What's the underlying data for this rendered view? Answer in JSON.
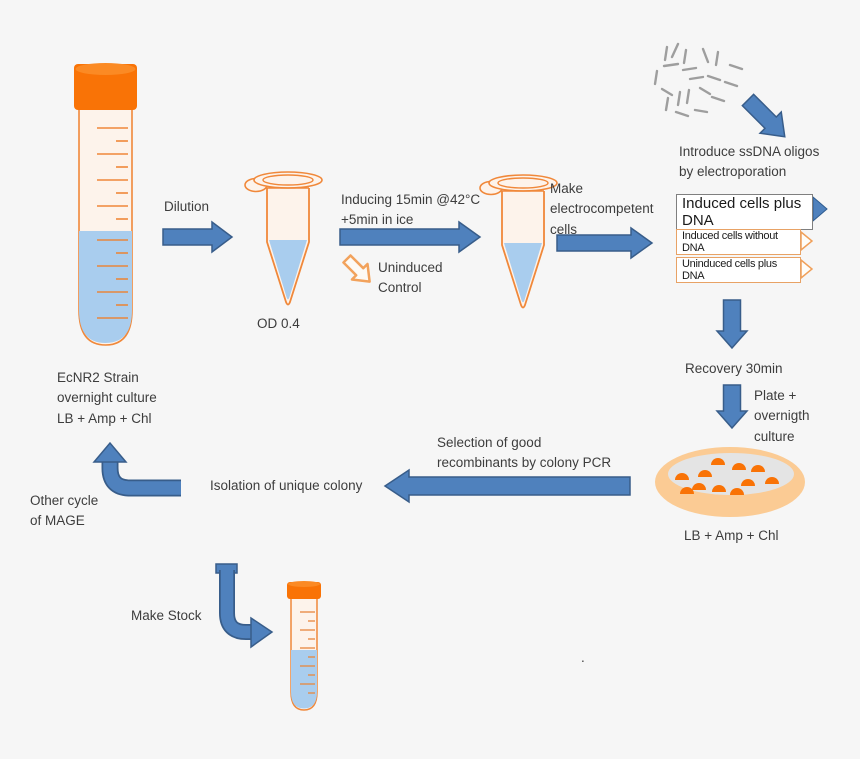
{
  "colors": {
    "background": "#f6f6f6",
    "arrow_fill": "#4f81bd",
    "arrow_border": "#385d8a",
    "cap_orange": "#f97306",
    "tube_outline": "#f0883a",
    "tube_fill": "#fdf3eb",
    "liquid_blue": "#a9cdee",
    "dish_peach": "#fbcb94",
    "dish_agar": "#e4e4e4",
    "colony_orange": "#f97306",
    "oligo_gray": "#9e9e9e",
    "text": "#3d3d3d"
  },
  "labels": {
    "dilution": "Dilution",
    "od": "OD 0.4",
    "inducing": "Inducing 15min @42°C\n+5min in ice",
    "uninduced_control": "Uninduced\nControl",
    "make_electrocompetent": "Make\nelectrocompetent\ncells",
    "introduce_oligos": "Introduce ssDNA oligos\nby electroporation",
    "recovery": "Recovery 30min",
    "plate_overnight": "Plate +\novernigth\nculture",
    "plate_media": "LB + Amp + Chl",
    "selection_pcr": "Selection of good\nrecombinants by colony PCR",
    "isolation": "Isolation of unique colony",
    "strain": "EcNR2 Strain\novernight culture\nLB + Amp + Chl",
    "other_cycle": "Other cycle\nof MAGE",
    "make_stock": "Make Stock",
    "stray_period": "."
  },
  "banners": [
    {
      "label": "Induced cells plus DNA",
      "style": "blue"
    },
    {
      "label": "Induced cells without DNA",
      "style": "orange"
    },
    {
      "label": "Uninduced cells plus DNA",
      "style": "orange"
    }
  ]
}
